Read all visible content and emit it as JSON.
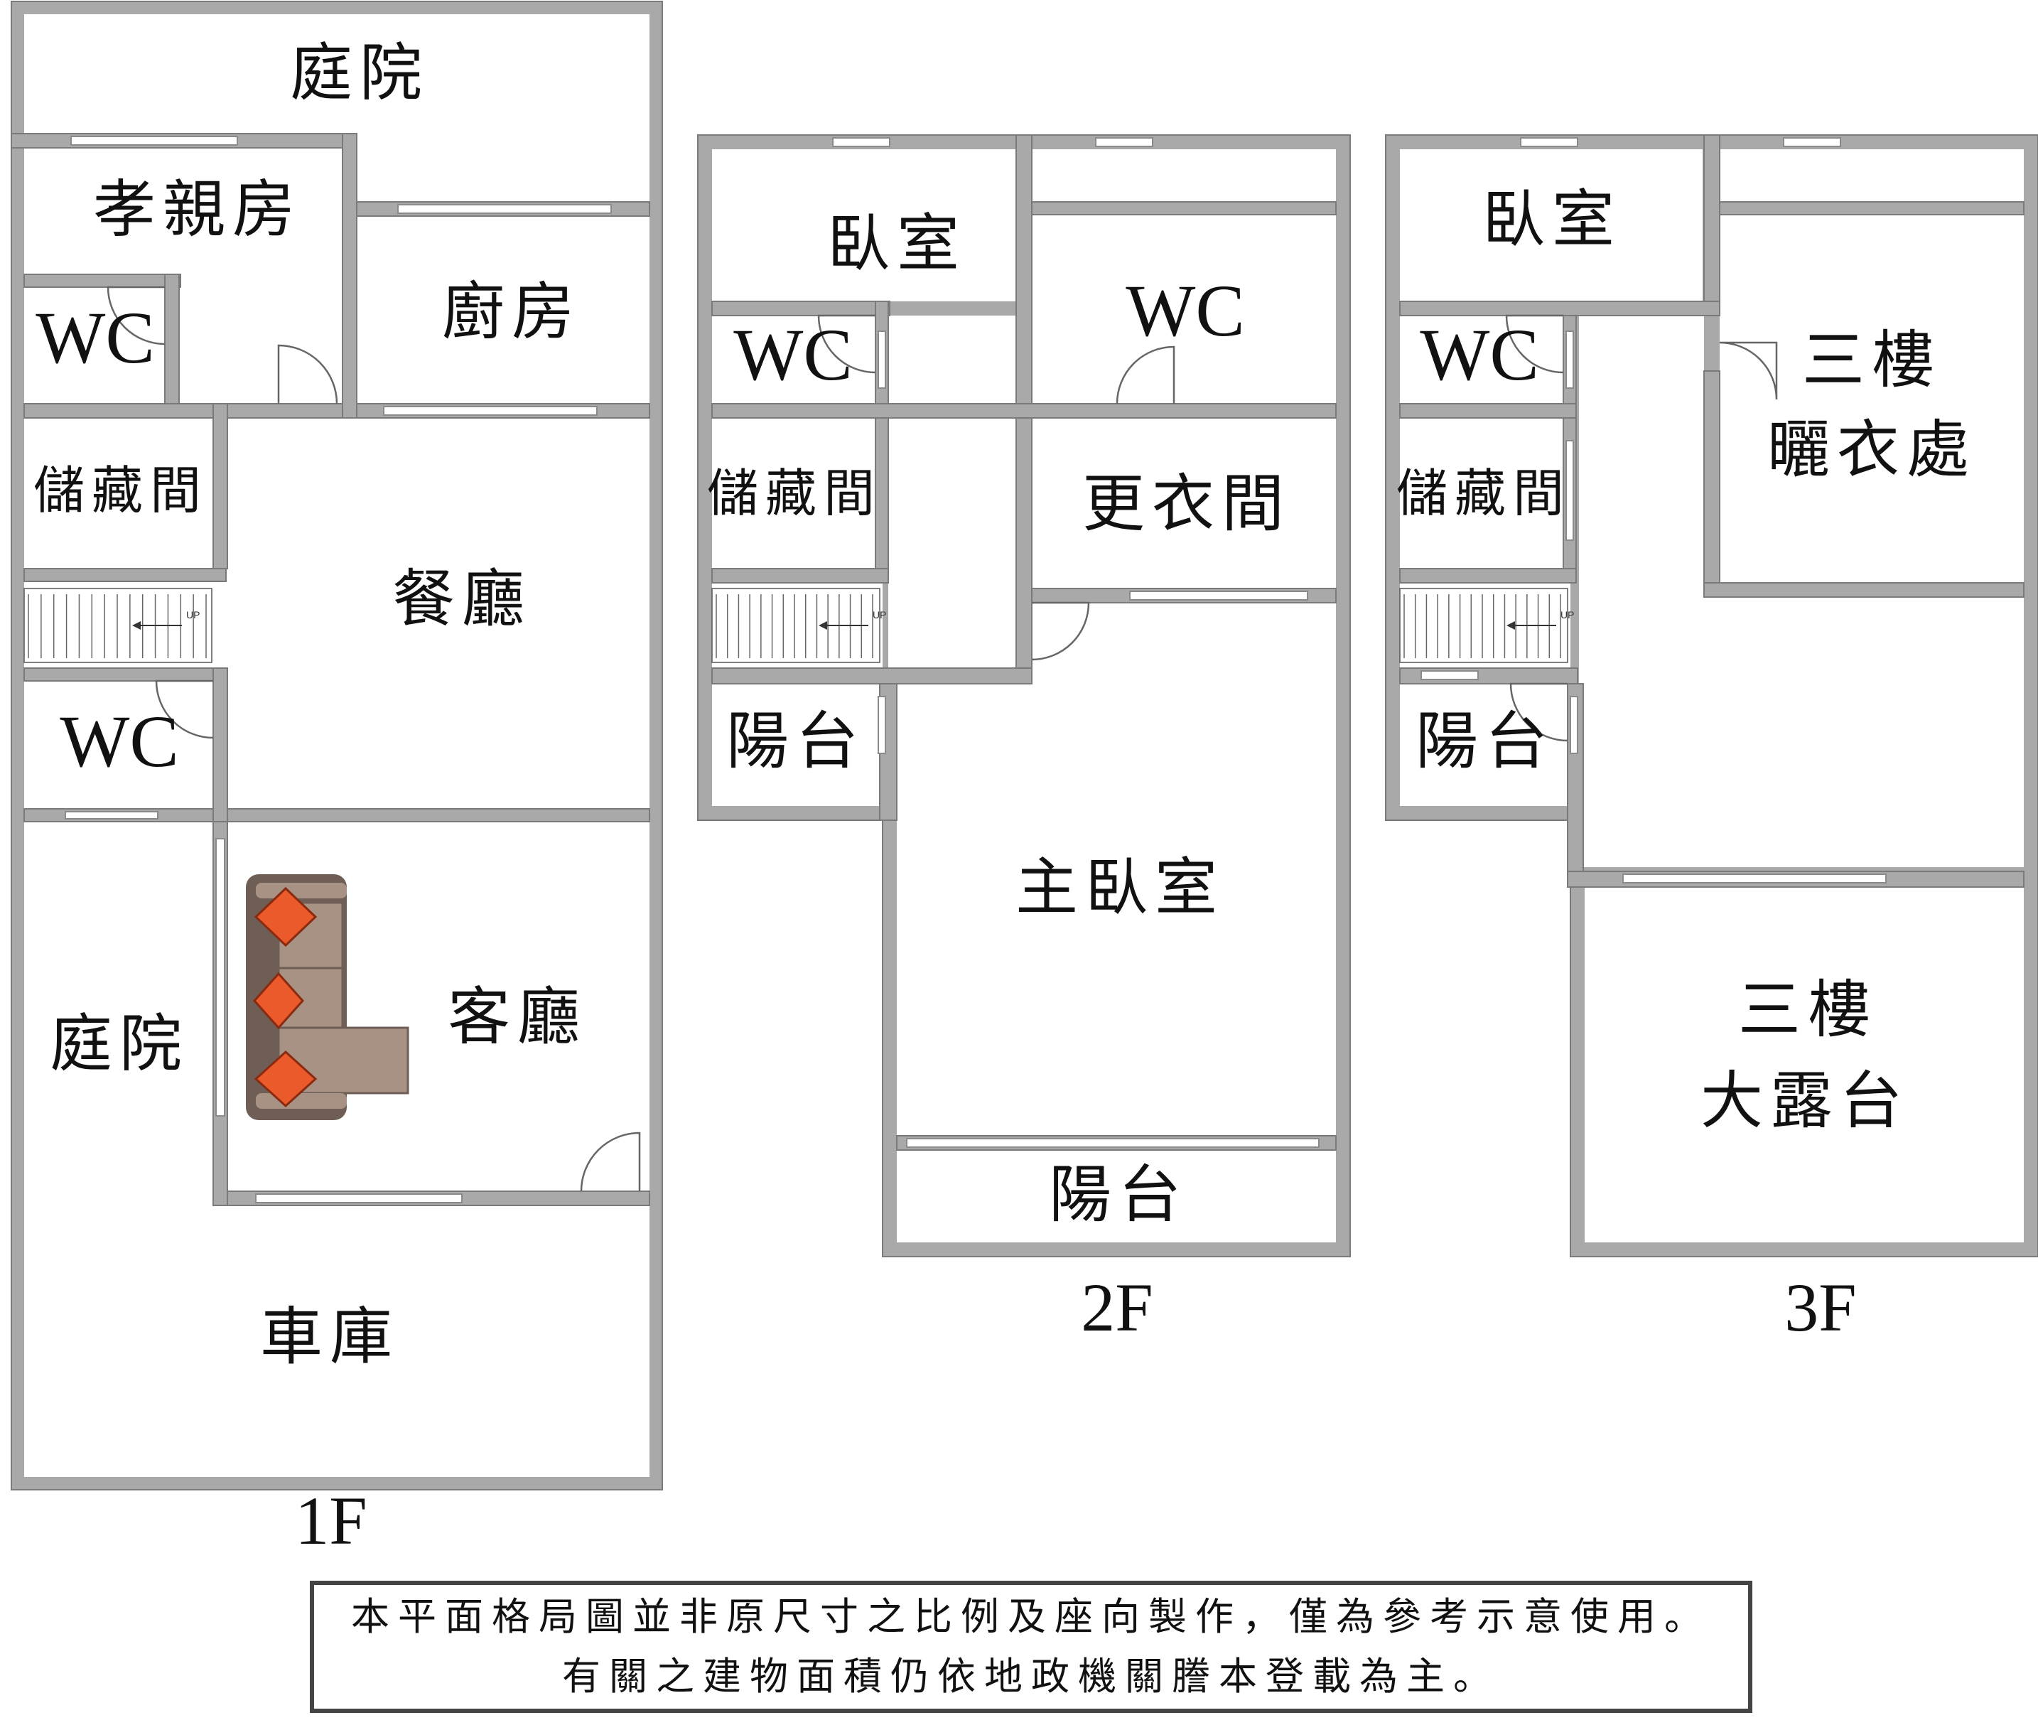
{
  "floors": {
    "f1": {
      "label": "1F",
      "rooms": {
        "courtyard_top": "庭院",
        "elder_room": "孝親房",
        "wc_a": "WC",
        "kitchen": "廚房",
        "storage": "儲藏間",
        "dining": "餐廳",
        "wc_b": "WC",
        "courtyard_side": "庭院",
        "living": "客廳",
        "garage": "車庫"
      },
      "stair_up": "UP"
    },
    "f2": {
      "label": "2F",
      "rooms": {
        "bedroom": "臥室",
        "wc_a": "WC",
        "wc_b": "WC",
        "storage": "儲藏間",
        "dressing": "更衣間",
        "balcony_a": "陽台",
        "master": "主臥室",
        "balcony_b": "陽台"
      },
      "stair_up": "UP"
    },
    "f3": {
      "label": "3F",
      "rooms": {
        "bedroom": "臥室",
        "wc": "WC",
        "laundry_line1": "三樓",
        "laundry_line2": "曬衣處",
        "storage": "儲藏間",
        "balcony": "陽台",
        "terrace_line1": "三樓",
        "terrace_line2": "大露台"
      },
      "stair_up": "UP"
    }
  },
  "notice": {
    "line1": "本平面格局圖並非原尺寸之比例及座向製作，僅為參考示意使用。",
    "line2": "有關之建物面積仍依地政機關謄本登載為主。"
  },
  "colors": {
    "wall": "#a9a9a9",
    "sofa": "#a89284",
    "sofa_frame": "#6e5e55",
    "cushion": "#ea5a2a"
  }
}
